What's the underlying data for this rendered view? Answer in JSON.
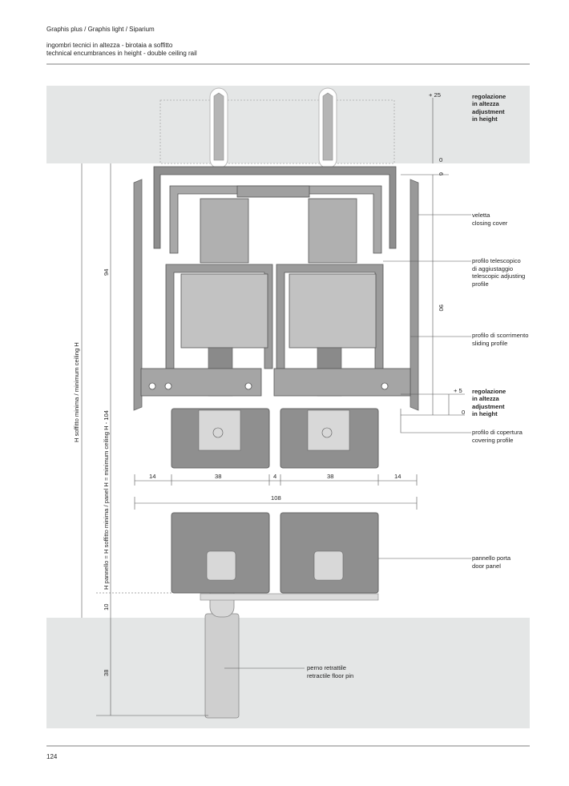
{
  "header": {
    "series": "Graphis plus / Graphis light / Siparium",
    "subtitle_it": "ingombri tecnici in altezza - birotaia a soffitto",
    "subtitle_en": "technical encumbrances in height - double ceiling rail"
  },
  "page_number": "124",
  "callouts": {
    "adj_top": [
      "regolazione",
      "in altezza",
      "adjustment",
      "in height"
    ],
    "closing_cover": [
      "veletta",
      "closing cover"
    ],
    "telescopic": [
      "profilo telescopico",
      "di aggiustaggio",
      "telescopic adjusting",
      "profile"
    ],
    "sliding": [
      "profilo di scorrimento",
      "sliding profile"
    ],
    "adj_bottom": [
      "regolazione",
      "in altezza",
      "adjustment",
      "in height"
    ],
    "covering": [
      "profilo di copertura",
      "covering profile"
    ],
    "door_panel": [
      "pannello porta",
      "door panel"
    ],
    "floor_pin": [
      "perno retrattile",
      "retractile floor pin"
    ]
  },
  "dimensions": {
    "plus25": "+ 25",
    "zero_top": "0",
    "six": "6",
    "ninety": "90",
    "plus5": "+ 5",
    "zero_bottom": "0",
    "ninety_four": "94",
    "ten": "10",
    "thirty_eight_v": "38",
    "widths": [
      "14",
      "38",
      "4",
      "38",
      "14"
    ],
    "total_width": "108",
    "h_ceiling": "H soffitto minima  / minimum ceiling H",
    "h_panel": "H pannello = H soffitto minima / panel H = minimum ceiling H - 104"
  }
}
